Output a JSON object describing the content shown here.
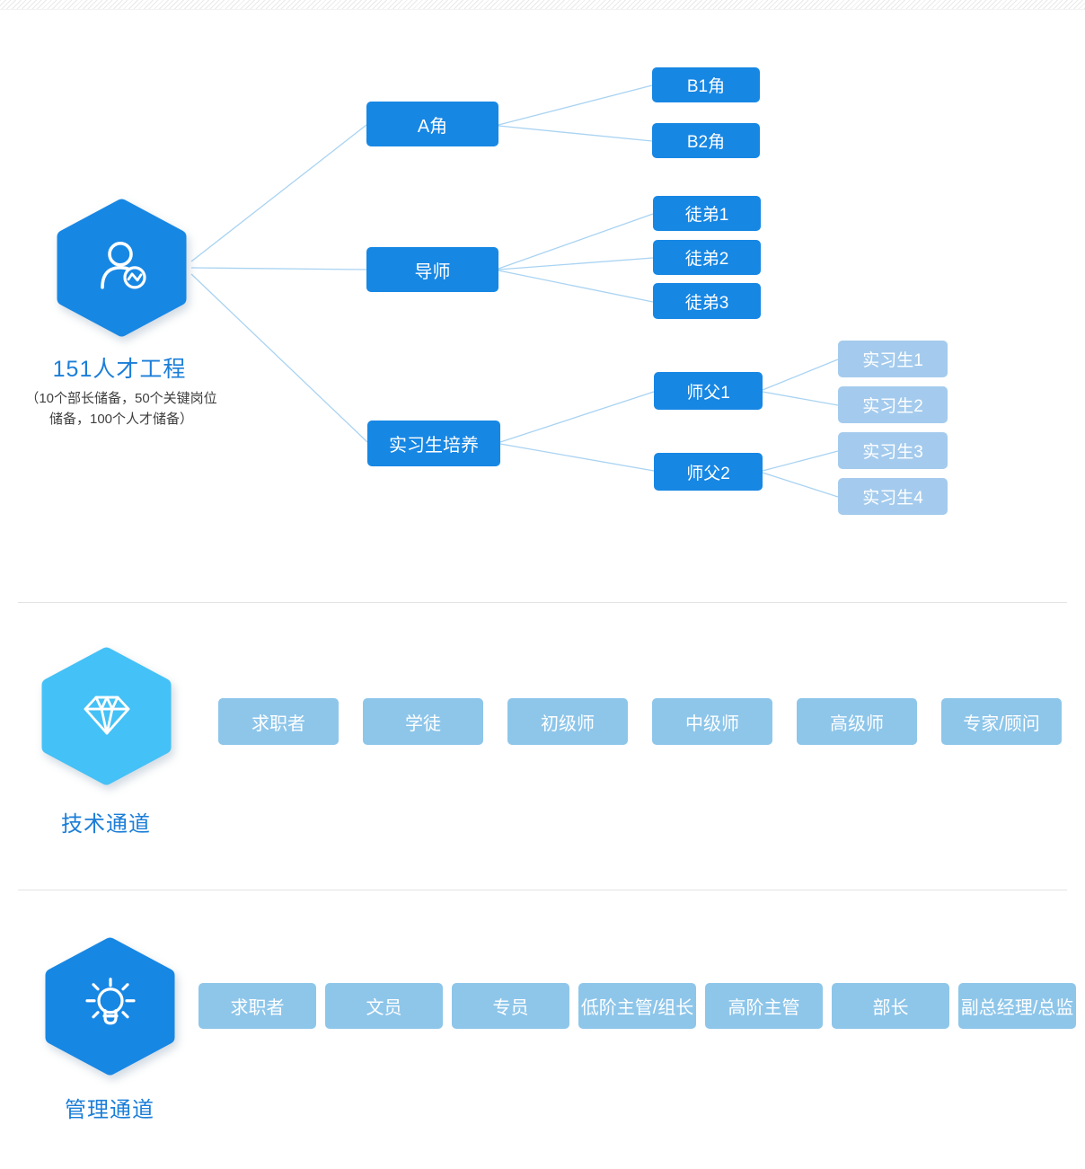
{
  "talent_program": {
    "title": "151人才工程",
    "subtitle": "（10个部长储备，50个关键岗位储备，100个人才储备）",
    "subtitle_lines": [
      "（10个部长储备，50个关键岗位",
      "储备，100个人才储备）"
    ],
    "icon": "user-badge-icon",
    "branches": [
      {
        "label": "A角",
        "children": [
          {
            "label": "B1角"
          },
          {
            "label": "B2角"
          }
        ]
      },
      {
        "label": "导师",
        "children": [
          {
            "label": "徒弟1"
          },
          {
            "label": "徒弟2"
          },
          {
            "label": "徒弟3"
          }
        ]
      },
      {
        "label": "实习生培养",
        "children": [
          {
            "label": "师父1",
            "children": [
              {
                "label": "实习生1"
              },
              {
                "label": "实习生2"
              }
            ]
          },
          {
            "label": "师父2",
            "children": [
              {
                "label": "实习生3"
              },
              {
                "label": "实习生4"
              }
            ]
          }
        ]
      }
    ]
  },
  "tech_channel": {
    "label": "技术通道",
    "icon": "diamond-icon",
    "stages": [
      "求职者",
      "学徒",
      "初级师",
      "中级师",
      "高级师",
      "专家/顾问"
    ]
  },
  "management_channel": {
    "label": "管理通道",
    "icon": "lightbulb-icon",
    "stages": [
      "求职者",
      "文员",
      "专员",
      "低阶主管/组长",
      "高阶主管",
      "部长",
      "副总经理/总监"
    ]
  },
  "colors": {
    "primary_blue": "#1787e4",
    "sky_blue": "#44c1f6",
    "stage_light_blue": "#8ec6ea",
    "intern_pale_blue": "#a4cbed",
    "connector_blue": "#a9d3f2",
    "heading_blue": "#1b7ed8"
  }
}
